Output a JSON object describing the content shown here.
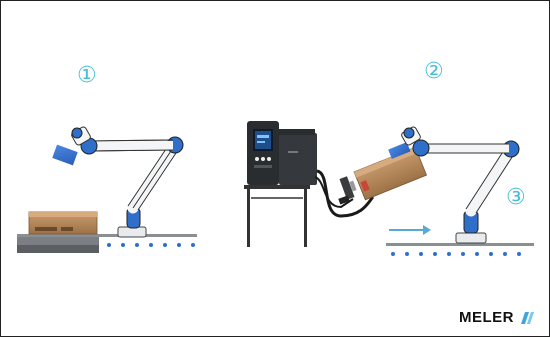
{
  "steps": [
    {
      "label": "①"
    },
    {
      "label": "②"
    },
    {
      "label": "③"
    }
  ],
  "brand": {
    "name": "MELER",
    "mark_color": "#3fa7dc"
  },
  "colors": {
    "step": "#46c0d8",
    "robot_joint": "#2f6fc9",
    "box": "#b58a5c",
    "arrow": "#5aa8d6",
    "machine": "#2a2d30"
  },
  "icons": [
    "robot-arm-icon",
    "hot-melt-unit-icon",
    "glue-gun-icon",
    "conveyor-icon",
    "arrow-right-icon"
  ]
}
